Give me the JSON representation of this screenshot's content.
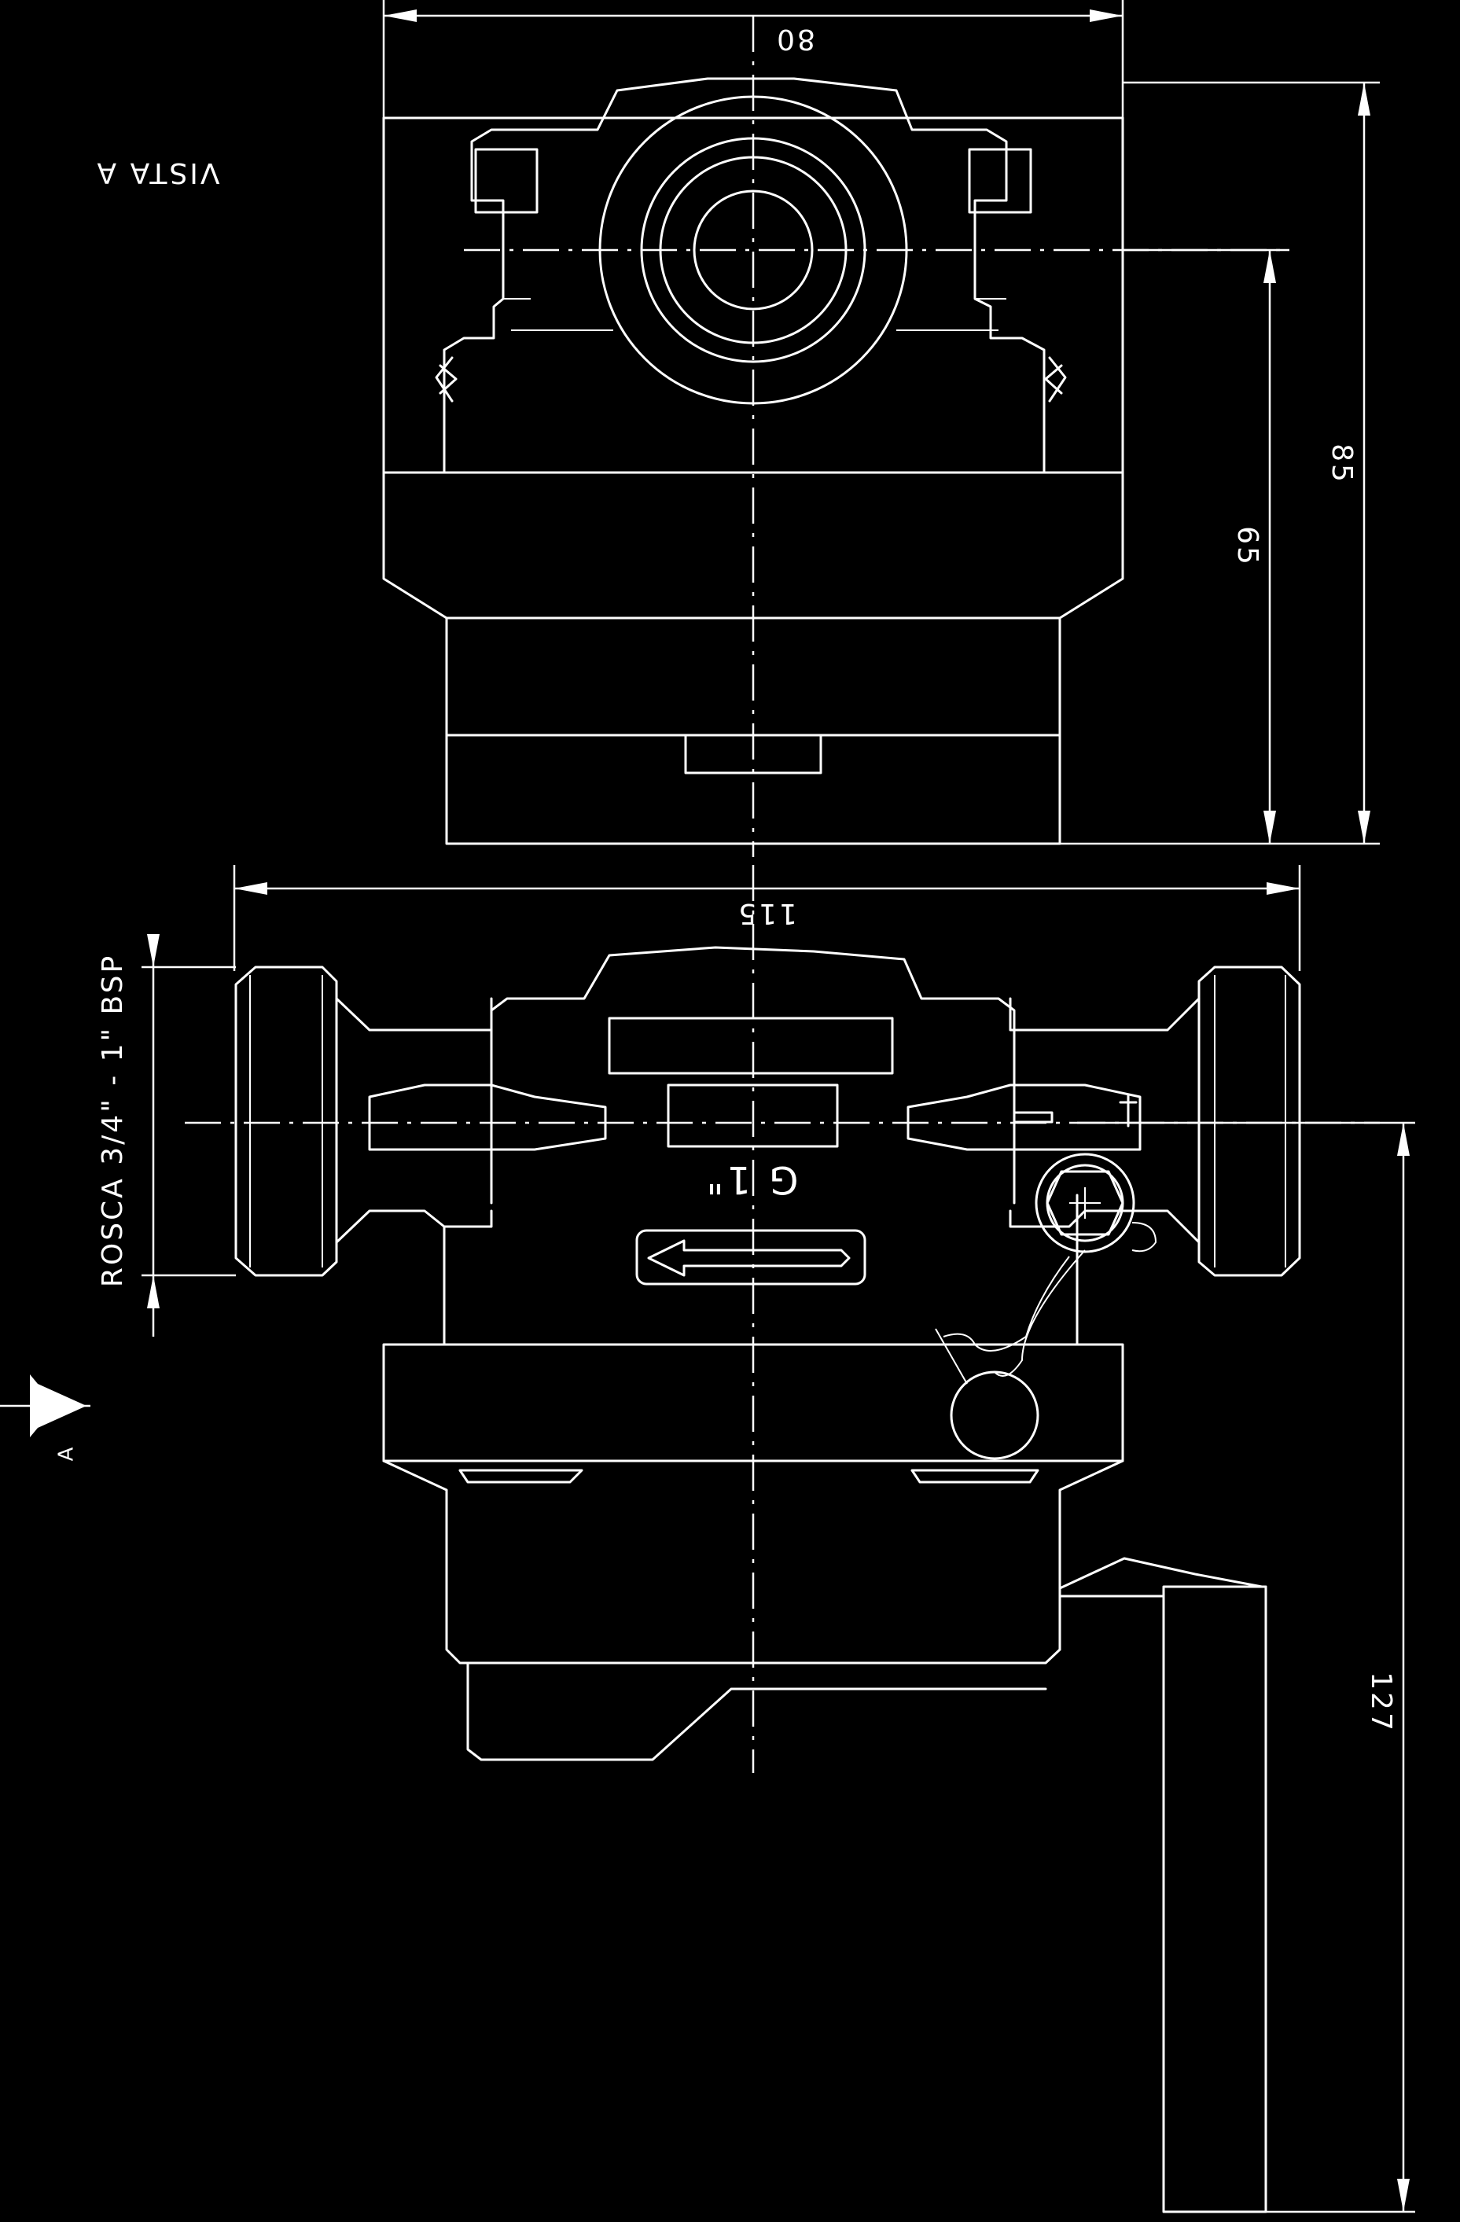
{
  "drawing": {
    "view_label": "VISTA A",
    "view_marker": "A",
    "thread_note": "ROSCA 3/4\" - 1\" BSP",
    "thread_size": "G 1\"",
    "dimensions": {
      "width": "80",
      "height_total": "85",
      "height_axis": "65",
      "length": "115",
      "body_length": "127"
    }
  }
}
